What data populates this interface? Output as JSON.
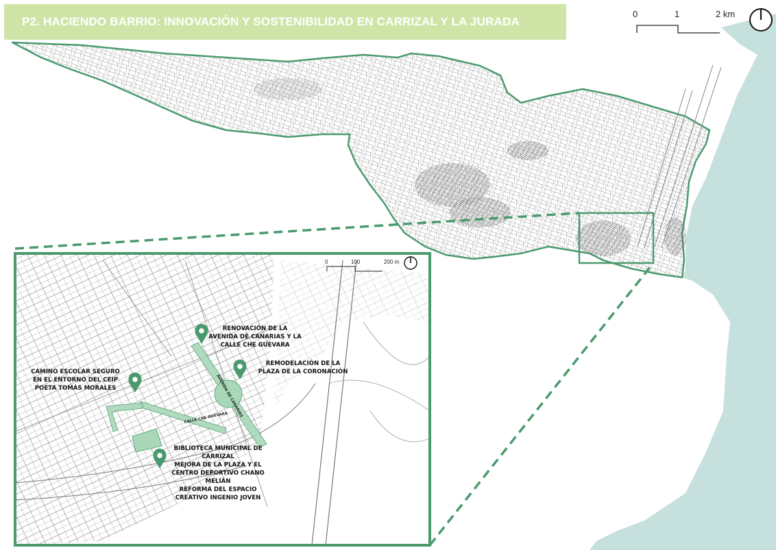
{
  "title": "P2. HACIENDO BARRIO: INNOVACIÓN Y SOSTENIBILIDAD EN CARRIZAL Y LA JURADA",
  "main_scale": {
    "label_0": "0",
    "label_1": "1",
    "label_2": "2 km"
  },
  "inset_scale": {
    "label_0": "0",
    "label_1": "100",
    "label_2": "200 m"
  },
  "colors": {
    "accent_green": "#4a9a6e",
    "zone_fill": "#a8d8b8",
    "sea": "#c6e0dd",
    "banner": "#cfe5a8",
    "banner_text": "#ffffff"
  },
  "icons": [
    "north-arrow-icon",
    "map-pin-icon"
  ],
  "annotations": {
    "renovacion": [
      "RENOVACIÓN DE LA",
      "AVENIDA DE CANARIAS Y LA",
      "CALLE CHE GUEVARA"
    ],
    "remodelacion": [
      "REMODELACIÓN DE LA",
      "PLAZA DE LA CORONACIÓN"
    ],
    "camino": [
      "CAMINO ESCOLAR SEGURO",
      "EN EL ENTORNO DEL CEIP",
      "POETA TOMÁS MORALES"
    ],
    "biblioteca": [
      "BIBLIOTECA MUNICIPAL DE",
      "CARRIZAL",
      "MEJORA DE LA PLAZA Y EL",
      "CENTRO DEPORTIVO CHANO",
      "MELIÁN",
      "REFORMA DEL ESPACIO",
      "CREATIVO INGENIO JOVEN"
    ]
  },
  "streets": {
    "che_guevara": "CALLE CHE GUEVARA",
    "avenida": "AVENIDA DE CANARIAS"
  }
}
